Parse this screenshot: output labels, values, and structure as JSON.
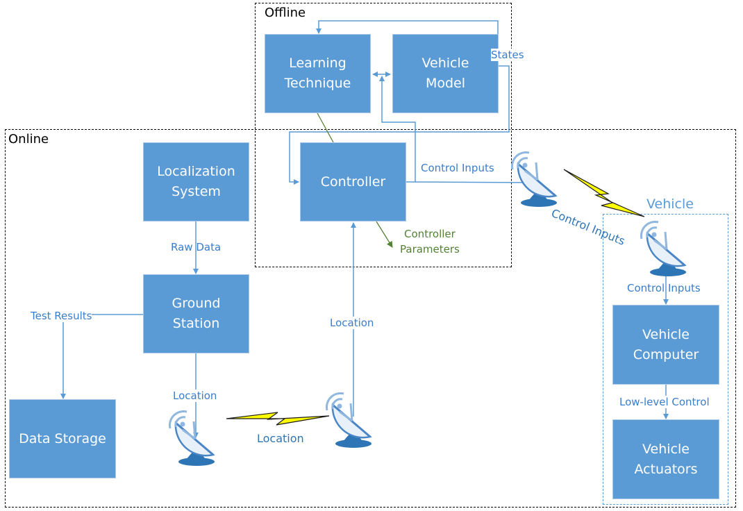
{
  "regions": {
    "offline": "Offline",
    "online": "Online",
    "vehicle": "Vehicle"
  },
  "boxes": {
    "learning_technique": "Learning\nTechnique",
    "vehicle_model": "Vehicle\nModel",
    "controller": "Controller",
    "localization_system": "Localization\nSystem",
    "ground_station": "Ground\nStation",
    "data_storage": "Data Storage",
    "vehicle_computer": "Vehicle\nComputer",
    "vehicle_actuators": "Vehicle\nActuators"
  },
  "labels": {
    "states": "States",
    "control_inputs_controller": "Control Inputs",
    "control_inputs_link": "Control Inputs",
    "control_inputs_vehicle": "Control Inputs",
    "controller_parameters": "Controller\nParameters",
    "raw_data": "Raw Data",
    "test_results": "Test Results",
    "location_up": "Location",
    "location_gs": "Location",
    "location_link": "Location",
    "low_level_control": "Low-level Control"
  },
  "colors": {
    "box_fill": "#5b9bd5",
    "arrow": "#5b9bd5",
    "green_arrow": "#548235",
    "lightning": "#ffff00",
    "dish_light": "#e8f1fa",
    "dish_dark": "#2e75b6"
  },
  "icons": [
    "satellite-dish-icon",
    "lightning-link-icon"
  ]
}
